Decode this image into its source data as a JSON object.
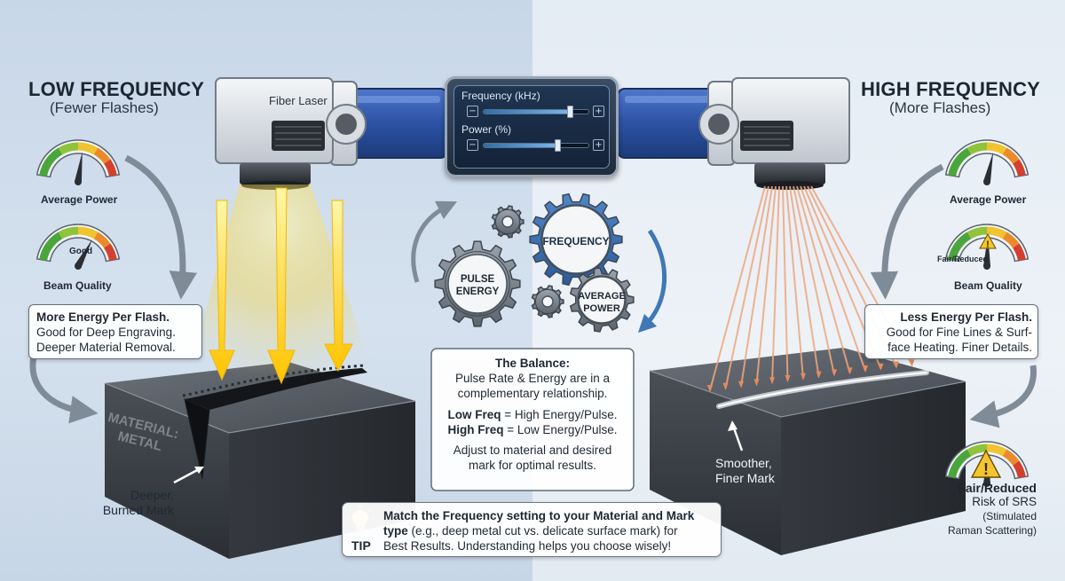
{
  "left": {
    "heading": "LOW FREQUENCY",
    "subheading": "(Fewer Flashes)",
    "gauge_average_power_label": "Average Power",
    "gauge_beam_quality_status": "Good",
    "gauge_beam_quality_label": "Beam Quality",
    "card_lines": [
      "More Energy Per Flash.",
      "Good for Deep Engraving.",
      "Deeper Material Removal."
    ],
    "block_label_lines": [
      "MATERIAL:",
      "METAL"
    ],
    "mark_lines": [
      "Deeper,",
      "Burned Mark"
    ]
  },
  "right": {
    "heading": "HIGH FREQUENCY",
    "subheading": "(More Flashes)",
    "gauge_average_power_label": "Average Power",
    "gauge_beam_quality_status": "Fair/Reduced",
    "gauge_beam_quality_label": "Beam Quality",
    "card_lines": [
      "Less Energy Per Flash.",
      "Good for Fine Lines & Surf-",
      "face Heating. Finer Details."
    ],
    "mark_lines": [
      "Smoother,",
      "Finer Mark"
    ],
    "srs_status": "Fair/Reduced",
    "srs_lines": [
      "Risk of SRS",
      "(Stimulated",
      "Raman Scattering)"
    ]
  },
  "laser_label": "Fiber Laser",
  "control_panel": {
    "frequency_label": "Frequency (kHz)",
    "power_label": "Power (%)",
    "frequency_level": 0.82,
    "power_level": 0.7,
    "minus_glyph": "−",
    "plus_glyph": "+"
  },
  "gears": {
    "frequency": "FREQUENCY",
    "pulse_energy_lines": [
      "PULSE",
      "ENERGY"
    ],
    "average_power_lines": [
      "AVERAGE",
      "POWER"
    ]
  },
  "balance": {
    "title": "The Balance:",
    "lines": [
      "Pulse Rate & Energy are in a",
      "complementary relationship."
    ],
    "low_bold": "Low Freq",
    "low_rest": " = High Energy/Pulse.",
    "high_bold": "High Freq",
    "high_rest": " = Low Energy/Pulse.",
    "closing_lines": [
      "Adjust to material and desired",
      "mark for optimal results."
    ]
  },
  "tip": {
    "word": "TIP",
    "line1_bold": "Match the Frequency setting to your Material and Mark",
    "line2_bold": "type",
    "line2_rest": " (e.g., deep metal cut vs. delicate surface mark) for",
    "line3": "Best Results. Understanding helps you choose wisely!"
  },
  "icons": {
    "lightbulb": "lightbulb-icon",
    "warning": "warning-icon",
    "gear": "gear-icon",
    "gauge": "gauge-icon"
  },
  "colors": {
    "laser_blue": "#2f56a8",
    "beam_yellow": "#ffd21a",
    "beam_orange": "#f2a37a",
    "metal_dark": "#3a3f45",
    "gauge_green": "#4aa63c",
    "gauge_yellow": "#f0c330",
    "gauge_red": "#d4402e"
  }
}
